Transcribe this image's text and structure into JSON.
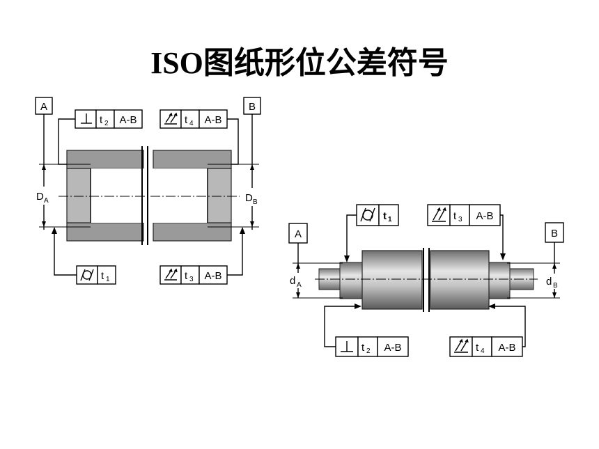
{
  "title": "ISO图纸形位公差符号",
  "left_diagram": {
    "datum_a": "A",
    "datum_b": "B",
    "dim_left": "D",
    "dim_left_sub": "A",
    "dim_right": "D",
    "dim_right_sub": "B",
    "fcf_perp": {
      "tol": "t",
      "tol_sub": "2",
      "datum": "A-B"
    },
    "fcf_runout_top": {
      "tol": "t",
      "tol_sub": "4",
      "datum": "A-B"
    },
    "fcf_cyl": {
      "tol": "t",
      "tol_sub": "1"
    },
    "fcf_runout_bottom": {
      "tol": "t",
      "tol_sub": "3",
      "datum": "A-B"
    }
  },
  "right_diagram": {
    "datum_a": "A",
    "datum_b": "B",
    "dim_left": "d",
    "dim_left_sub": "A",
    "dim_right": "d",
    "dim_right_sub": "B",
    "fcf_cyl": {
      "tol": "t",
      "tol_sub": "1"
    },
    "fcf_runout_top": {
      "tol": "t",
      "tol_sub": "3",
      "datum": "A-B"
    },
    "fcf_perp": {
      "tol": "t",
      "tol_sub": "2",
      "datum": "A-B"
    },
    "fcf_runout_bottom": {
      "tol": "t",
      "tol_sub": "4",
      "datum": "A-B"
    }
  },
  "icons": {
    "perpendicularity": "perpendicularity-icon",
    "cylindricity": "cylindricity-icon",
    "total_runout": "total-runout-icon"
  }
}
